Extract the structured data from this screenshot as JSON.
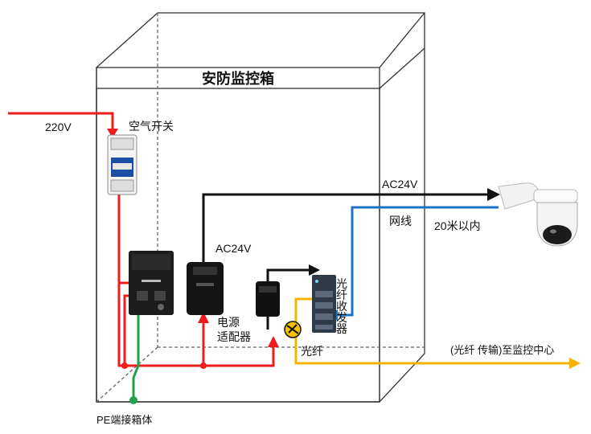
{
  "title": "安防监控箱",
  "labels": {
    "power_in": "220V",
    "breaker": "空气开关",
    "ac24v_top": "AC24V",
    "network": "网线",
    "distance": "20米以内",
    "ac24v_mid": "AC24V",
    "adapter": "电源\n适配器",
    "fiber_transceiver": "光\n纤\n收\n发\n器",
    "fiber": "光纤",
    "fiber_dest": "(光纤 传输)至监控中心",
    "ground": "PE端接箱体"
  },
  "colors": {
    "power_line": "#ee1c1c",
    "ground_line": "#1fa24a",
    "control_line": "#111111",
    "network_line": "#1a73c7",
    "fiber_line": "#f4b400",
    "box_line": "#333333"
  },
  "icons": [
    "breaker-icon",
    "power-box-icon",
    "transformer-icon",
    "power-adapter-icon",
    "fiber-transceiver-icon",
    "fiber-connector-icon",
    "ptz-dome-camera-icon",
    "ground-node-icon"
  ]
}
